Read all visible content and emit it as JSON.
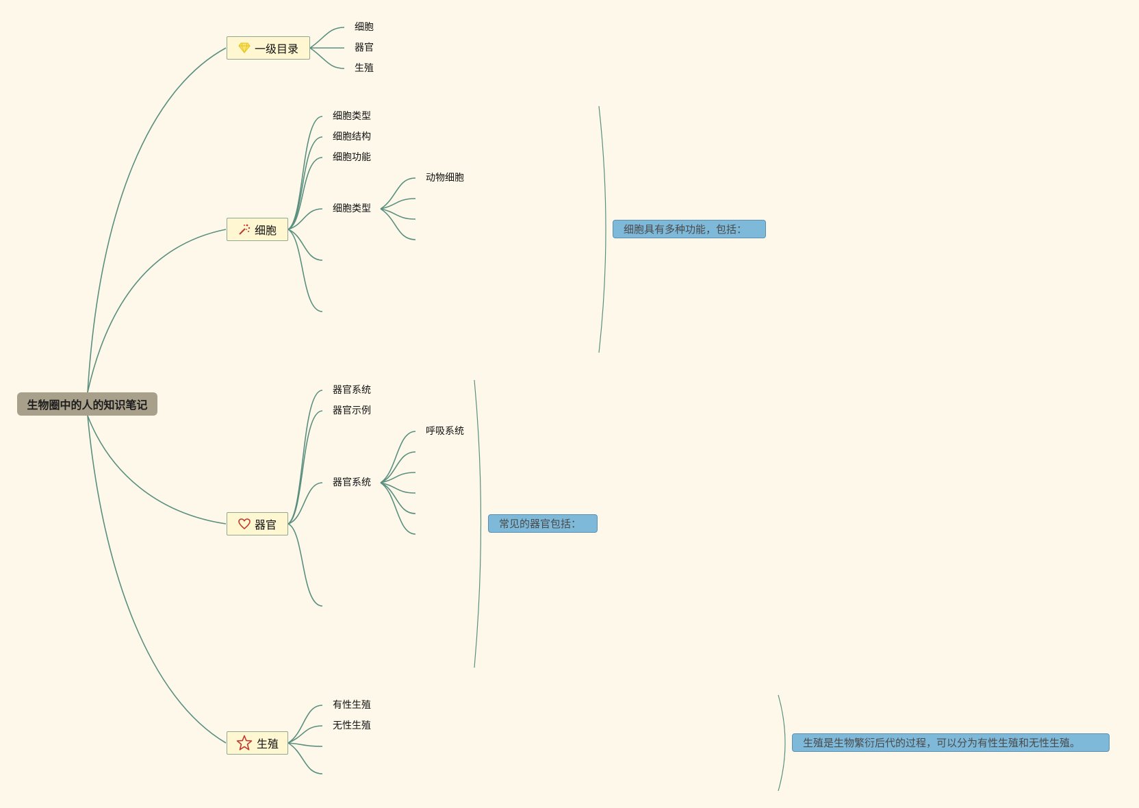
{
  "root": {
    "label": "生物圈中的人的知识笔记"
  },
  "topics": {
    "catalog": {
      "label": "一级目录",
      "icon": "diamond-icon",
      "children": [
        "细胞",
        "器官",
        "生殖"
      ]
    },
    "cell": {
      "label": "细胞",
      "icon": "magic-wand-icon",
      "children": [
        "细胞类型",
        "细胞结构",
        "细胞功能",
        "细胞类型"
      ],
      "sub": [
        "动物细胞"
      ],
      "note": "细胞具有多种功能，包括："
    },
    "organ": {
      "label": "器官",
      "icon": "heart-icon",
      "children": [
        "器官系统",
        "器官示例",
        "器官系统"
      ],
      "sub": [
        "呼吸系统"
      ],
      "note": "常见的器官包括："
    },
    "repro": {
      "label": "生殖",
      "icon": "star-icon",
      "children": [
        "有性生殖",
        "无性生殖"
      ],
      "note": "生殖是生物繁衍后代的过程，可以分为有性生殖和无性生殖。"
    }
  },
  "colors": {
    "branch": "#5a8f7f",
    "background": "#fdf8ea",
    "root_fill": "#a9a08c",
    "topic_fill": "#fff7d2",
    "note_fill": "#7eb9d9"
  }
}
